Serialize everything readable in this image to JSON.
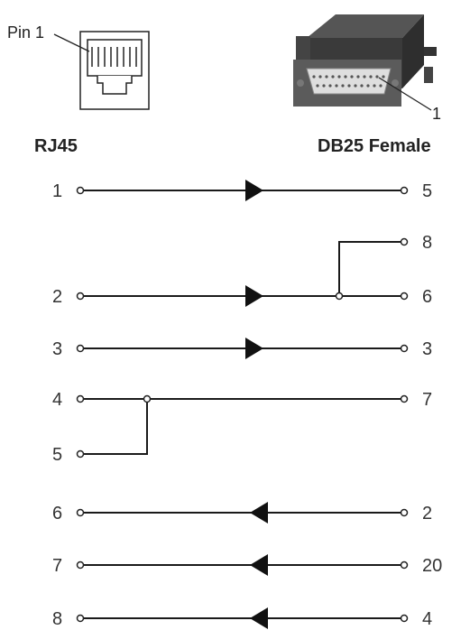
{
  "header": {
    "left_title": "RJ45",
    "right_title": "DB25 Female"
  },
  "rj45_callout": {
    "label": "Pin 1"
  },
  "db25_callout": {
    "label": "1"
  },
  "left_pins": [
    "1",
    "2",
    "3",
    "4",
    "5",
    "6",
    "7",
    "8"
  ],
  "right_pins": [
    "5",
    "8",
    "6",
    "3",
    "7",
    "2",
    "20",
    "4"
  ],
  "colors": {
    "wire": "#1a1a1a",
    "connector_body": "#3a3a3a"
  }
}
